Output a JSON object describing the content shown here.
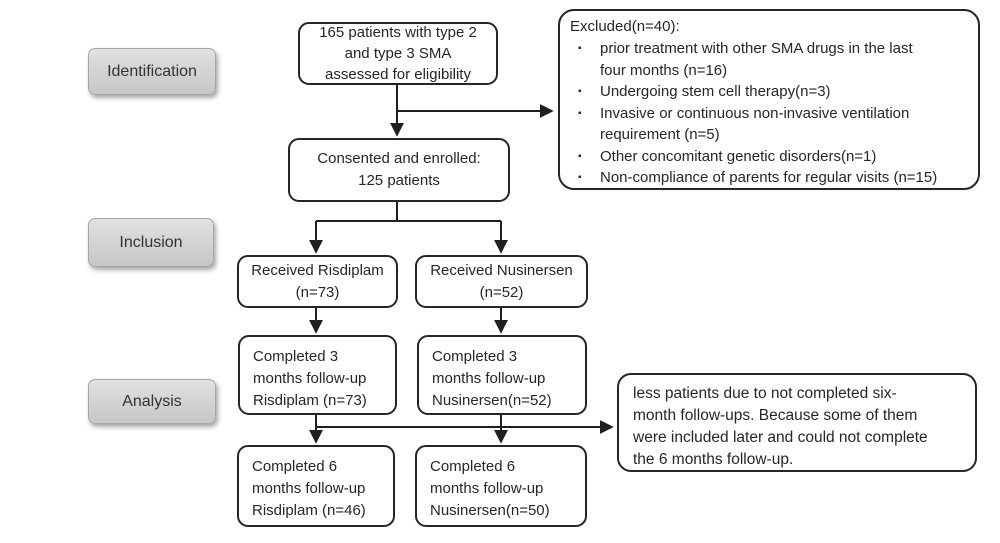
{
  "figure": {
    "type": "patient-flow-diagram"
  },
  "colors": {
    "background": "#ffffff",
    "box_border": "#262626",
    "text": "#262626",
    "stage_fill": "#d2d2d2",
    "stage_border": "#a6a6a6"
  },
  "bullet": "▪",
  "stages": {
    "identification": "Identification",
    "inclusion": "Inclusion",
    "analysis": "Analysis"
  },
  "boxes": {
    "eligibility": {
      "lines": [
        "165 patients with type 2",
        "and type 3 SMA",
        "assessed for eligibility"
      ]
    },
    "excluded": {
      "title": "Excluded(n=40):",
      "items": [
        {
          "lines": [
            "prior treatment with other SMA drugs in the last",
            "four months (n=16)"
          ]
        },
        {
          "lines": [
            "Undergoing stem cell therapy(n=3)"
          ]
        },
        {
          "lines": [
            "Invasive or continuous non-invasive ventilation",
            "requirement (n=5)"
          ]
        },
        {
          "lines": [
            "Other concomitant genetic disorders(n=1)"
          ]
        },
        {
          "lines": [
            "Non-compliance of parents for regular visits (n=15)"
          ]
        }
      ]
    },
    "consented": {
      "lines": [
        "Consented and enrolled:",
        "125 patients"
      ]
    },
    "received_risdiplam": {
      "lines": [
        "Received Risdiplam",
        "(n=73)"
      ]
    },
    "received_nusinersen": {
      "lines": [
        "Received Nusinersen",
        "(n=52)"
      ]
    },
    "completed3_risdiplam": {
      "lines": [
        "Completed 3",
        "months follow-up",
        "Risdiplam (n=73)"
      ]
    },
    "completed3_nusinersen": {
      "lines": [
        "Completed 3",
        "months follow-up",
        "Nusinersen(n=52)"
      ]
    },
    "completed6_risdiplam": {
      "lines": [
        "Completed 6",
        "months follow-up",
        "Risdiplam (n=46)"
      ]
    },
    "completed6_nusinersen": {
      "lines": [
        "Completed 6",
        "months follow-up",
        "Nusinersen(n=50)"
      ]
    },
    "note": {
      "lines": [
        "less patients due to not completed six-",
        "month follow-ups. Because some of them",
        "were included later and could not complete",
        "the 6 months follow-up."
      ]
    }
  }
}
